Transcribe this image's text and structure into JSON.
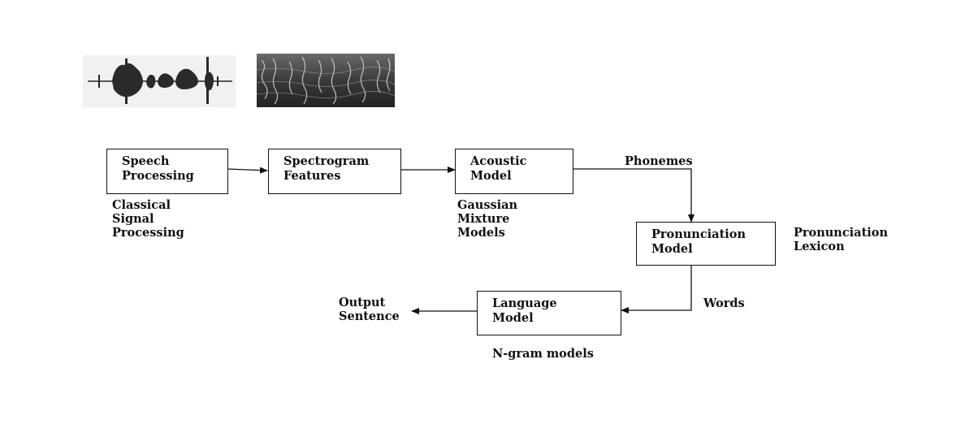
{
  "boxes": {
    "speech_processing": [
      "Speech",
      "Processing"
    ],
    "spectrogram_features": [
      "Spectrogram",
      "Features"
    ],
    "acoustic_model": [
      "Acoustic",
      "Model"
    ],
    "pronunciation_model": [
      "Pronunciation",
      "Model"
    ],
    "language_model": [
      "Language",
      "Model"
    ]
  },
  "annotations": {
    "classical_signal_processing": [
      "Classical",
      "Signal",
      "Processing"
    ],
    "gaussian_mixture_models": [
      "Gaussian",
      "Mixture",
      "Models"
    ],
    "pronunciation_lexicon": [
      "Pronunciation",
      "Lexicon"
    ],
    "n_gram_models": "N-gram models",
    "output_sentence": [
      "Output",
      "Sentence"
    ]
  },
  "edge_labels": {
    "phonemes": "Phonemes",
    "words": "Words"
  },
  "icons": [
    "waveform-icon",
    "spectrogram-icon"
  ]
}
